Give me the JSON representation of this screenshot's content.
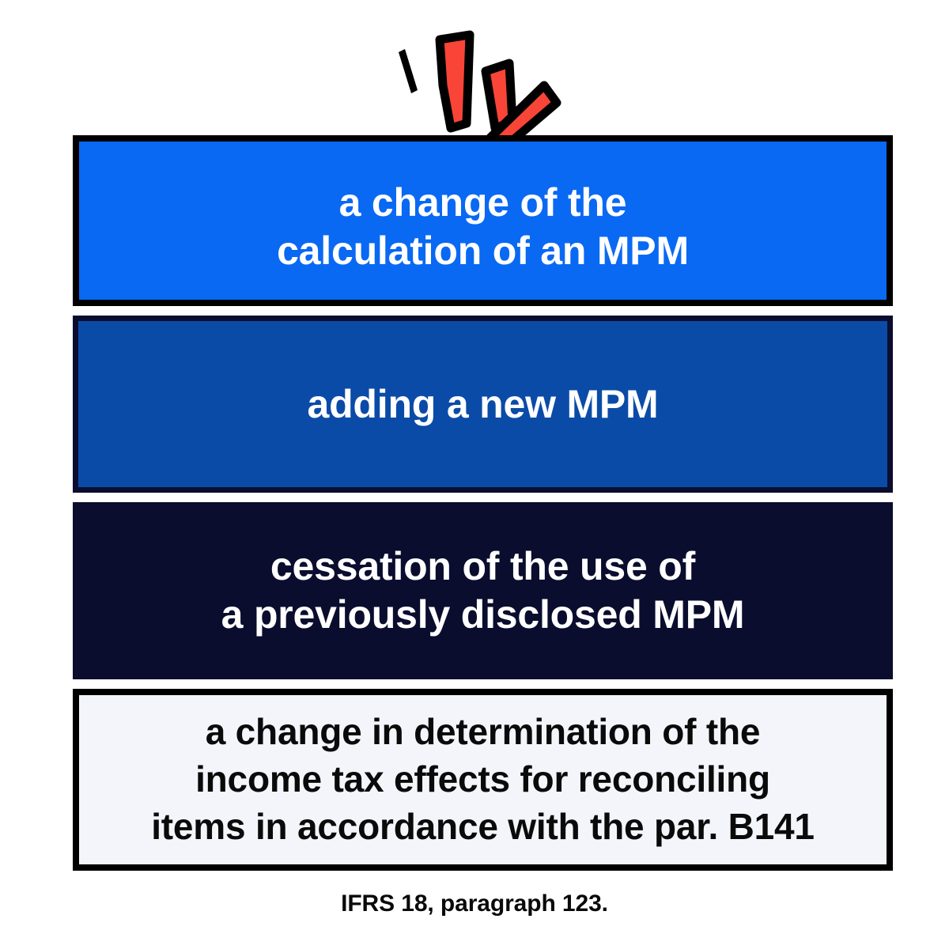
{
  "slide": {
    "background_color": "#FFFFFF",
    "caption": "IFRS 18, paragraph 123."
  },
  "decoration": {
    "name": "burst-doodle",
    "ray_color": "#F94438",
    "outline_color": "#000000",
    "ray_count": 3,
    "tick_count": 2
  },
  "boxes": [
    {
      "id": "mpm-calculation-change",
      "text": "a change of the\ncalculation of an MPM",
      "fill": "#0969F3",
      "border": "#000000",
      "text_color": "#FFFFFF"
    },
    {
      "id": "mpm-new",
      "text": "adding a new MPM",
      "fill": "#0B4BA8",
      "border": "#0A0D2E",
      "text_color": "#FFFFFF"
    },
    {
      "id": "mpm-cessation",
      "text": "cessation of the use of\na previously disclosed MPM",
      "fill": "#0A0D2E",
      "border": "#0A0D2E",
      "text_color": "#FFFFFF"
    },
    {
      "id": "mpm-tax-effects-change",
      "text": "a change in determination of the\nincome tax effects for reconciling\nitems in accordance with the par. B141",
      "fill": "#F3F5FB",
      "border": "#000000",
      "text_color": "#0A0A0A"
    }
  ]
}
